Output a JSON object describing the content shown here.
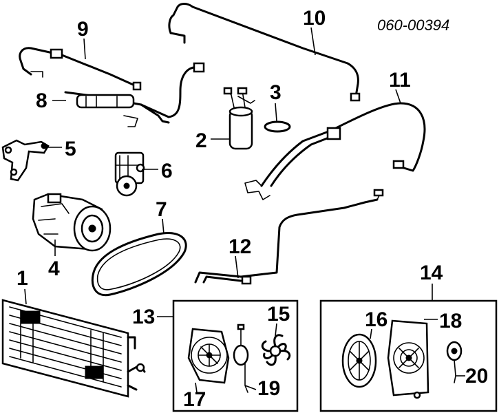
{
  "diagram": {
    "part_number": "060-00394",
    "callouts": {
      "c1": "1",
      "c2": "2",
      "c3": "3",
      "c4": "4",
      "c5": "5",
      "c6": "6",
      "c7": "7",
      "c8": "8",
      "c9": "9",
      "c10": "10",
      "c11": "11",
      "c12": "12",
      "c13": "13",
      "c14": "14",
      "c15": "15",
      "c16": "16",
      "c17": "17",
      "c18": "18",
      "c19": "19",
      "c20": "20"
    }
  }
}
